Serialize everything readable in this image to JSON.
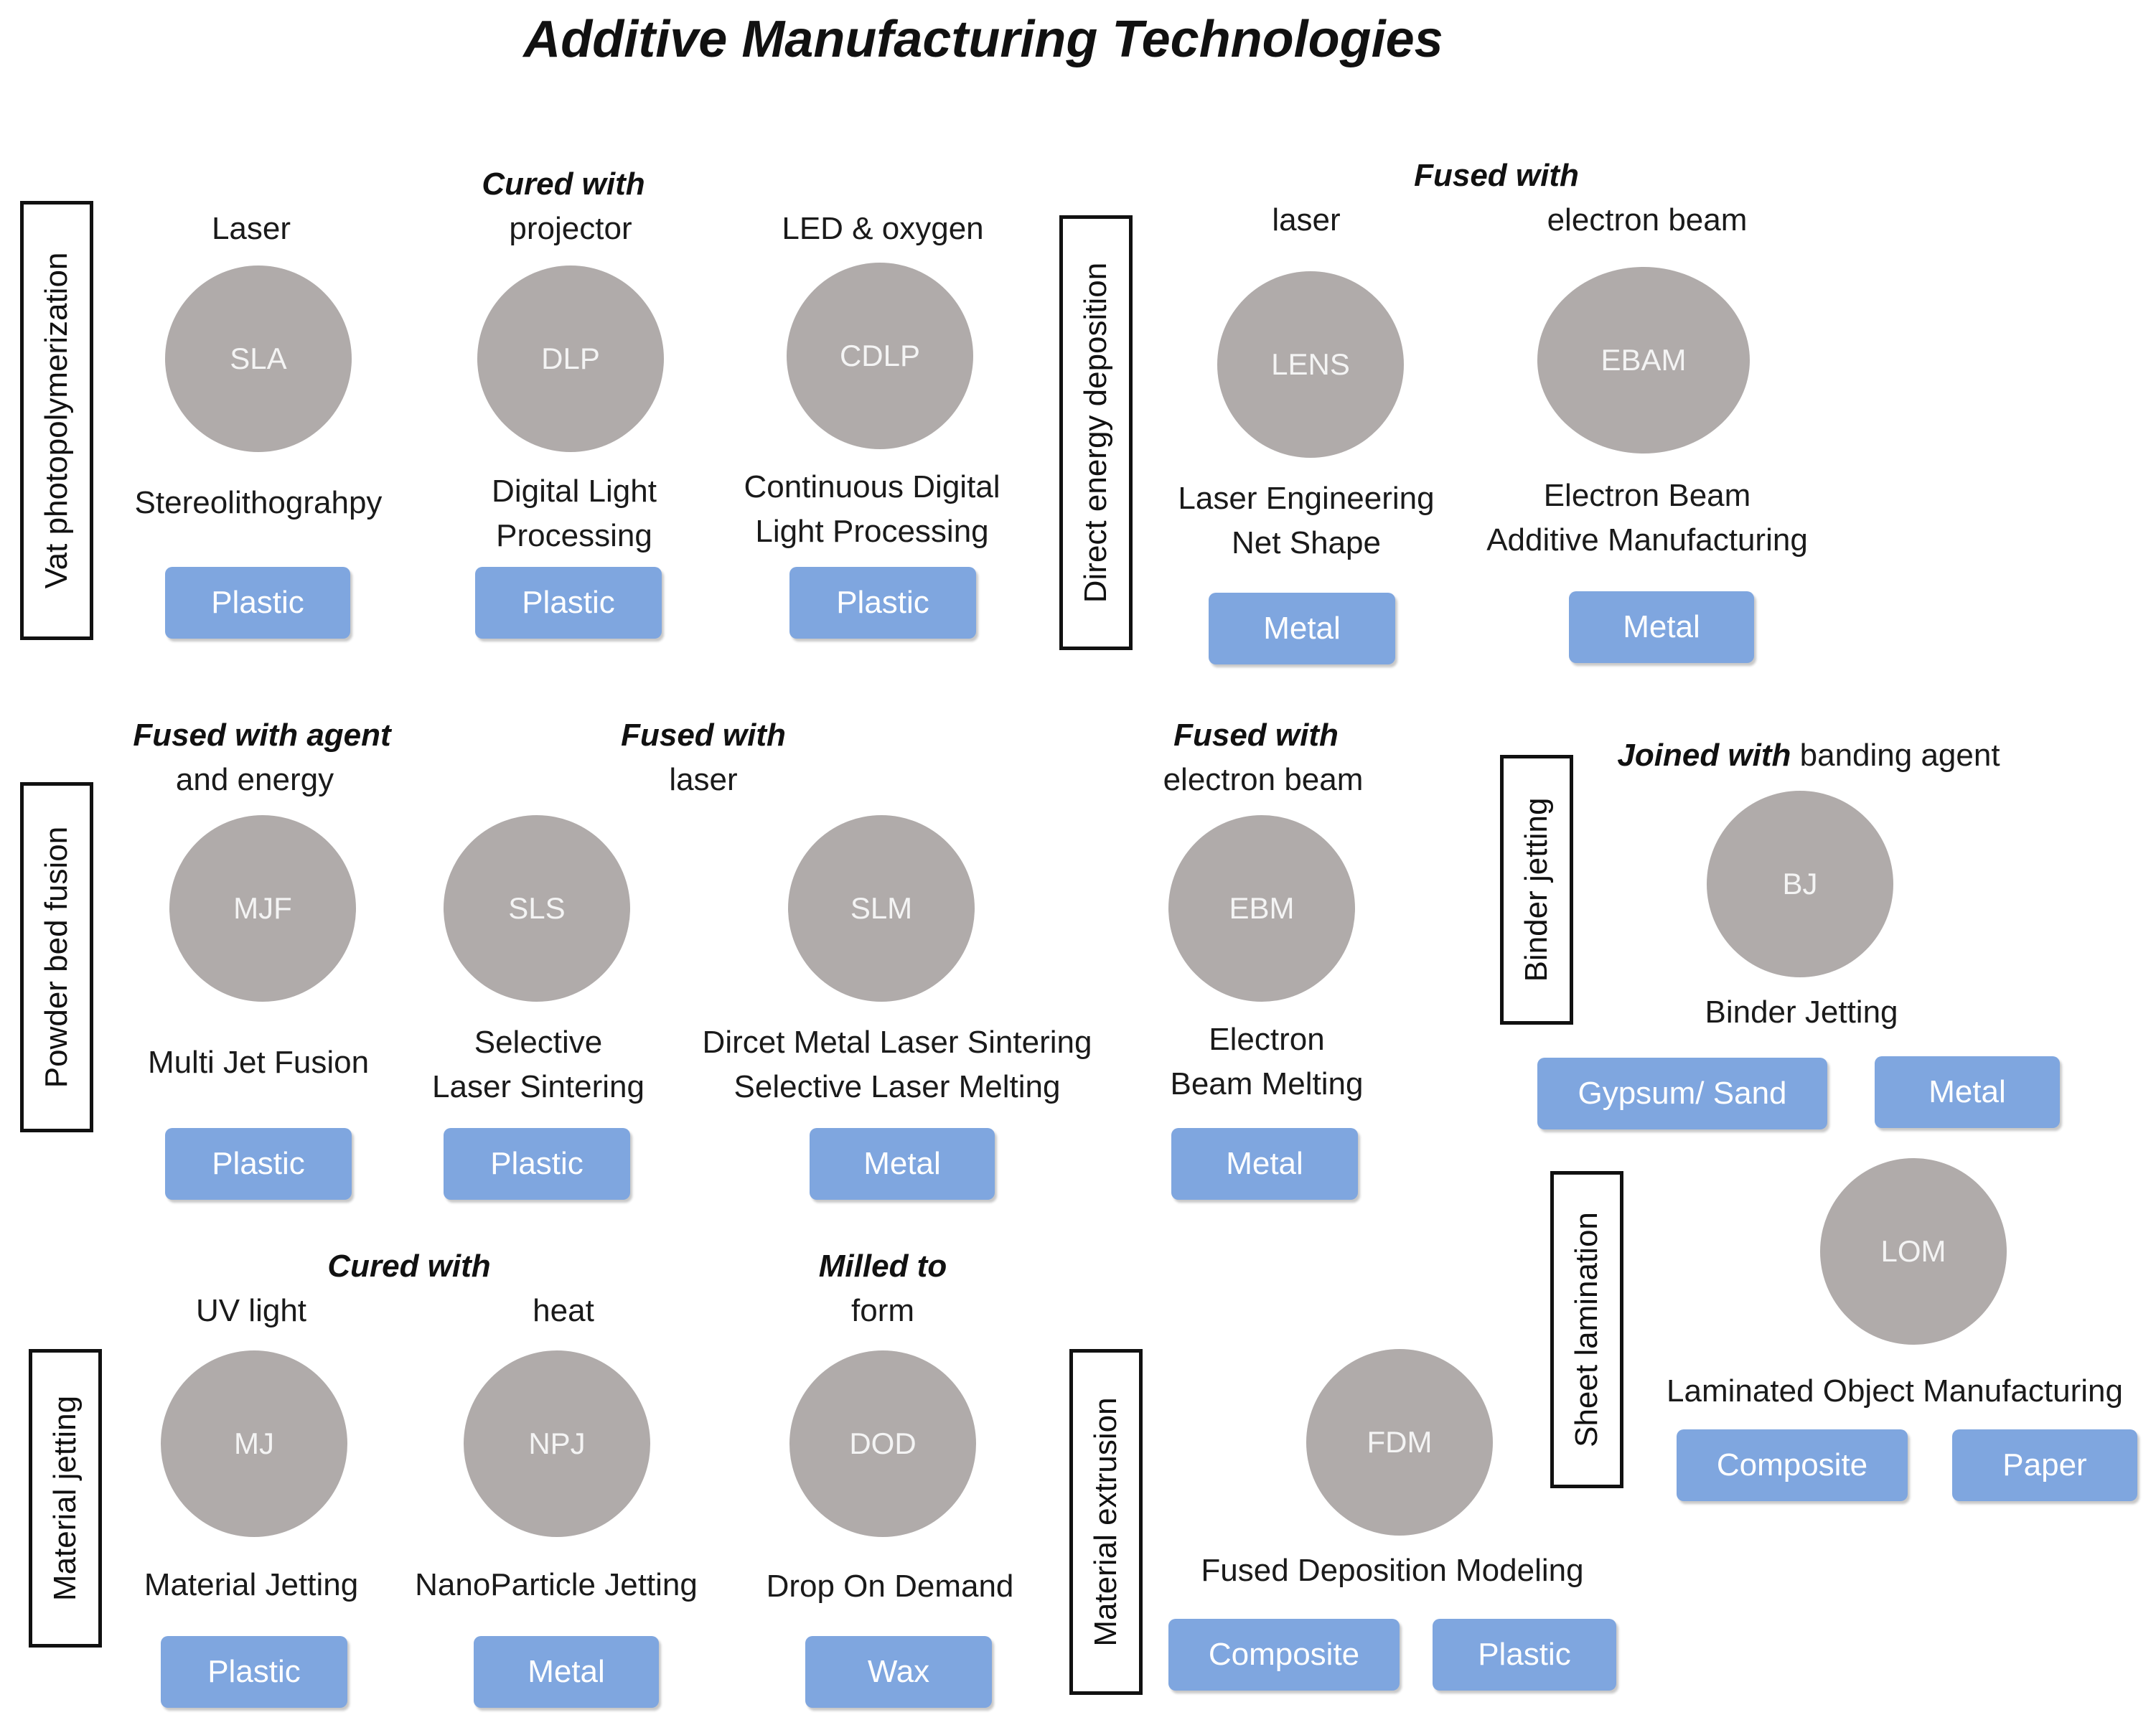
{
  "title": "Additive Manufacturing Technologies",
  "categories": {
    "vat": "Vat photopolymerization",
    "ded": "Direct energy deposition",
    "powder": "Powder bed fusion",
    "binder": "Binder jetting",
    "sheet": "Sheet lamination",
    "jetting": "Material jetting",
    "extrusion": "Material extrusion"
  },
  "headings": {
    "vat_cured_with": "Cured with",
    "ded_fused_with": "Fused with",
    "mjf_fused_with_agent": "Fused with agent",
    "sls_fused_with": "Fused with",
    "ebm_fused_with": "Fused with",
    "bj_joined_with": "Joined with",
    "mj_cured_with": "Cured with",
    "dod_milled_to": "Milled to"
  },
  "subheadings": {
    "sla": "Laser",
    "dlp": "projector",
    "cdlp": "LED & oxygen",
    "lens": "laser",
    "ebam": "electron beam",
    "mjf": "and energy",
    "sls_slm": "laser",
    "ebm": "electron beam",
    "bj": "banding agent",
    "mj": "UV light",
    "npj": "heat",
    "dod": "form"
  },
  "technologies": {
    "sla": {
      "code": "SLA",
      "name": "Stereolithograhpy"
    },
    "dlp": {
      "code": "DLP",
      "name_line1": "Digital Light",
      "name_line2": "Processing"
    },
    "cdlp": {
      "code": "CDLP",
      "name_line1": "Continuous Digital",
      "name_line2": "Light Processing"
    },
    "lens": {
      "code": "LENS",
      "name_line1": "Laser Engineering",
      "name_line2": "Net Shape"
    },
    "ebam": {
      "code": "EBAM",
      "name_line1": "Electron Beam",
      "name_line2": "Additive Manufacturing"
    },
    "mjf": {
      "code": "MJF",
      "name": "Multi Jet Fusion"
    },
    "sls": {
      "code": "SLS",
      "name_line1": "Selective",
      "name_line2": "Laser Sintering"
    },
    "slm": {
      "code": "SLM",
      "name_line1": "Dircet Metal Laser Sintering",
      "name_line2": "Selective Laser Melting"
    },
    "ebm": {
      "code": "EBM",
      "name_line1": "Electron",
      "name_line2": "Beam Melting"
    },
    "bj": {
      "code": "BJ",
      "name": "Binder Jetting"
    },
    "lom": {
      "code": "LOM",
      "name": "Laminated Object Manufacturing"
    },
    "mj": {
      "code": "MJ",
      "name": "Material Jetting"
    },
    "npj": {
      "code": "NPJ",
      "name": "NanoParticle Jetting"
    },
    "dod": {
      "code": "DOD",
      "name": "Drop On Demand"
    },
    "fdm": {
      "code": "FDM",
      "name": "Fused Deposition Modeling"
    }
  },
  "materials": {
    "sla": "Plastic",
    "dlp": "Plastic",
    "cdlp": "Plastic",
    "lens": "Metal",
    "ebam": "Metal",
    "mjf": "Plastic",
    "sls": "Plastic",
    "slm": "Metal",
    "ebm": "Metal",
    "bj_1": "Gypsum/ Sand",
    "bj_2": "Metal",
    "lom_1": "Composite",
    "lom_2": "Paper",
    "mj": "Plastic",
    "npj": "Metal",
    "dod": "Wax",
    "fdm_1": "Composite",
    "fdm_2": "Plastic"
  },
  "colors": {
    "circle": "#b0abaa",
    "badge": "#7fa6df",
    "box_border": "#111111"
  }
}
